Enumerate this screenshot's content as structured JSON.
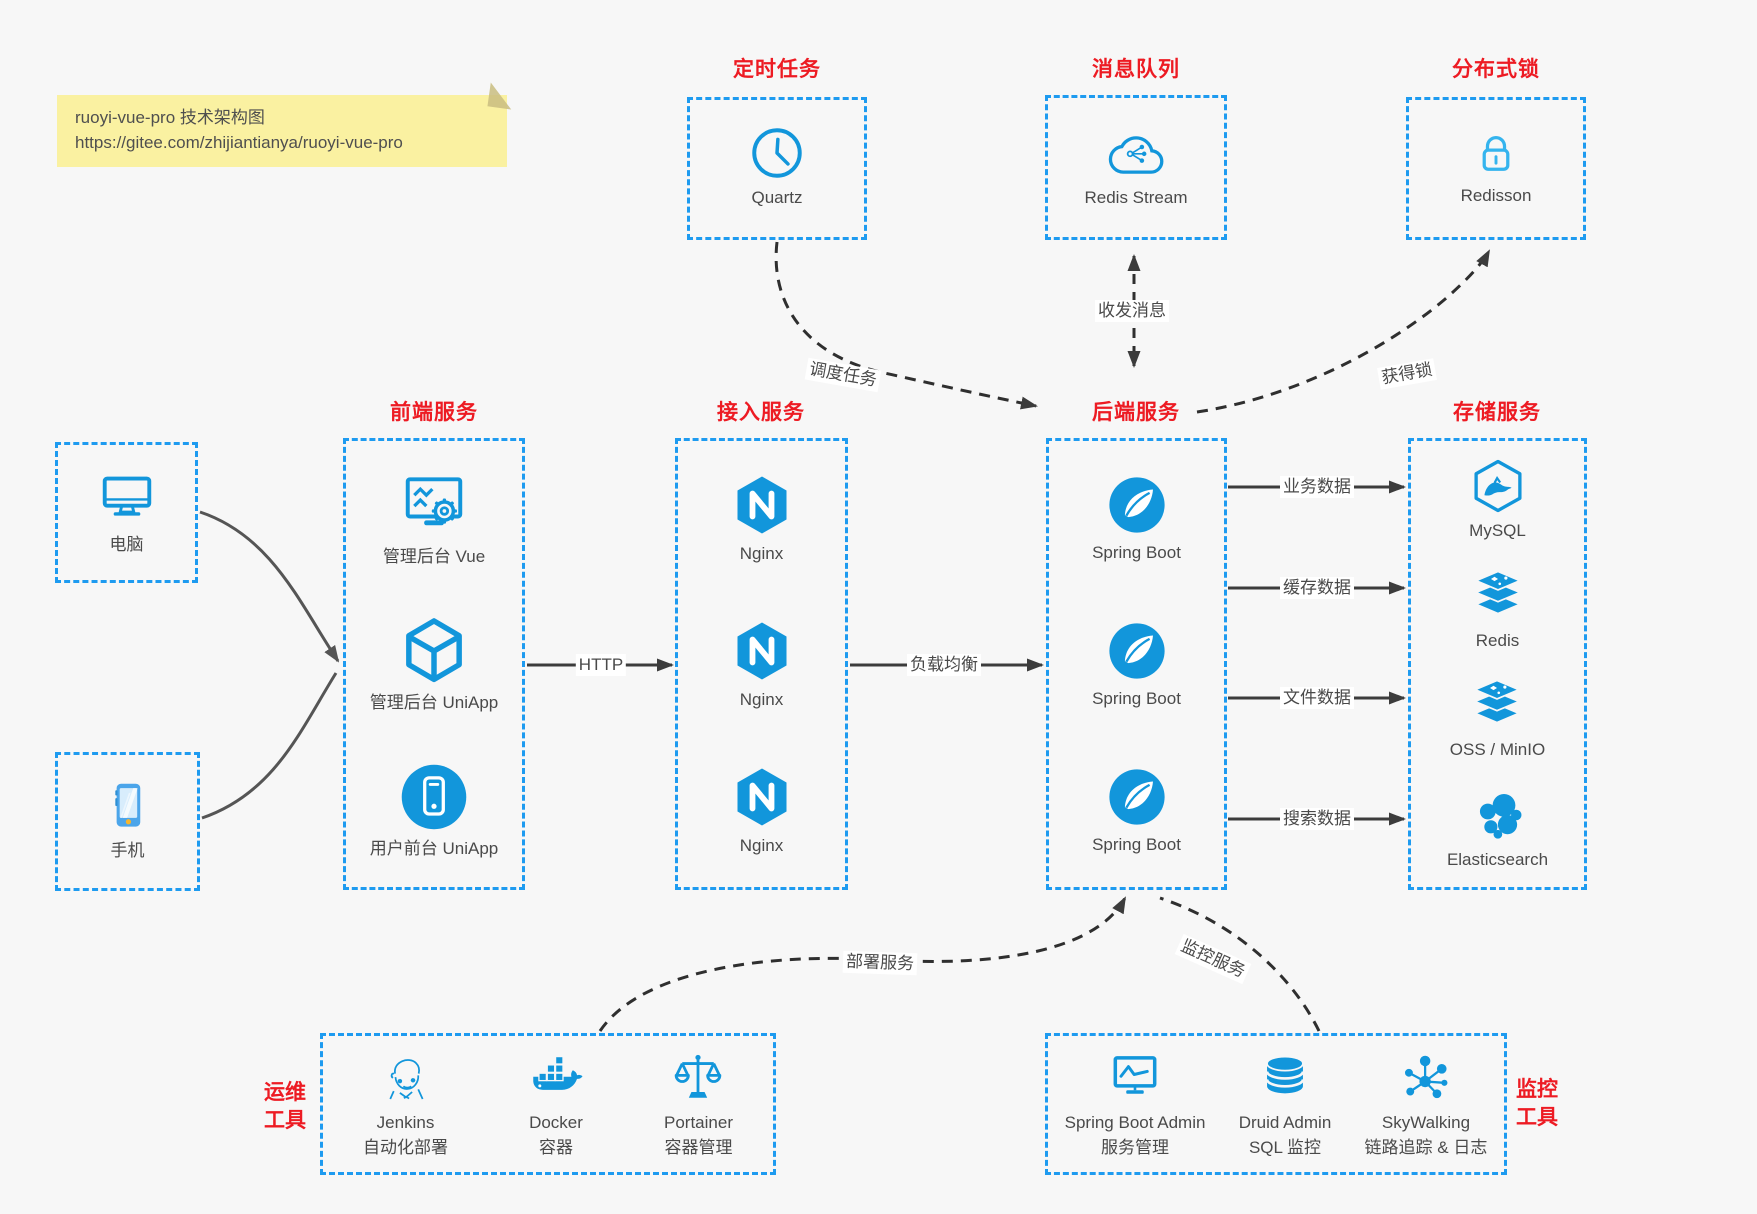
{
  "note": {
    "line1": "ruoyi-vue-pro 技术架构图",
    "line2": "https://gitee.com/zhijiantianya/ruoyi-vue-pro"
  },
  "palette": {
    "accent_blue": "#1296db",
    "border_blue": "#1e9bf0",
    "lock_blue": "#35b4ee",
    "title_red": "#ed1b23",
    "label_gray": "#4a4a4a",
    "arrow_dark": "#3c3c3c",
    "note_bg": "#faf1a1",
    "page_bg": "#f7f7f7"
  },
  "clients": [
    {
      "icon": "desktop-icon",
      "label": "电脑"
    },
    {
      "icon": "smartphone-icon",
      "label": "手机"
    }
  ],
  "groups": [
    {
      "id": "scheduler",
      "title": "定时任务",
      "items": [
        {
          "icon": "clock-icon",
          "label": "Quartz"
        }
      ]
    },
    {
      "id": "message-queue",
      "title": "消息队列",
      "items": [
        {
          "icon": "cloud-stream-icon",
          "label": "Redis Stream"
        }
      ]
    },
    {
      "id": "distributed-lock",
      "title": "分布式锁",
      "items": [
        {
          "icon": "lock-icon",
          "label": "Redisson"
        }
      ]
    },
    {
      "id": "frontend",
      "title": "前端服务",
      "items": [
        {
          "icon": "admin-vue-icon",
          "label": "管理后台 Vue"
        },
        {
          "icon": "uniapp-cube-icon",
          "label": "管理后台 UniApp"
        },
        {
          "icon": "user-app-icon",
          "label": "用户前台 UniApp"
        }
      ]
    },
    {
      "id": "gateway",
      "title": "接入服务",
      "items": [
        {
          "icon": "nginx-icon",
          "label": "Nginx"
        },
        {
          "icon": "nginx-icon",
          "label": "Nginx"
        },
        {
          "icon": "nginx-icon",
          "label": "Nginx"
        }
      ]
    },
    {
      "id": "backend",
      "title": "后端服务",
      "items": [
        {
          "icon": "spring-icon",
          "label": "Spring Boot"
        },
        {
          "icon": "spring-icon",
          "label": "Spring Boot"
        },
        {
          "icon": "spring-icon",
          "label": "Spring Boot"
        }
      ]
    },
    {
      "id": "storage",
      "title": "存储服务",
      "items": [
        {
          "icon": "mysql-icon",
          "label": "MySQL"
        },
        {
          "icon": "redis-icon",
          "label": "Redis"
        },
        {
          "icon": "oss-icon",
          "label": "OSS / MinIO"
        },
        {
          "icon": "elasticsearch-icon",
          "label": "Elasticsearch"
        }
      ]
    },
    {
      "id": "ops",
      "title": "运维工具",
      "title_lines": [
        "运维",
        "工具"
      ],
      "items": [
        {
          "icon": "jenkins-icon",
          "label": "Jenkins",
          "sublabel": "自动化部署"
        },
        {
          "icon": "docker-icon",
          "label": "Docker",
          "sublabel": "容器"
        },
        {
          "icon": "portainer-icon",
          "label": "Portainer",
          "sublabel": "容器管理"
        }
      ]
    },
    {
      "id": "monitoring",
      "title": "监控工具",
      "title_lines": [
        "监控",
        "工具"
      ],
      "items": [
        {
          "icon": "sba-icon",
          "label": "Spring Boot Admin",
          "sublabel": "服务管理"
        },
        {
          "icon": "druid-icon",
          "label": "Druid Admin",
          "sublabel": "SQL 监控"
        },
        {
          "icon": "skywalking-icon",
          "label": "SkyWalking",
          "sublabel": "链路追踪 & 日志"
        }
      ]
    }
  ],
  "edges": {
    "http": "HTTP",
    "load_balance": "负载均衡",
    "business_data": "业务数据",
    "cache_data": "缓存数据",
    "file_data": "文件数据",
    "search_data": "搜索数据",
    "schedule_task": "调度任务",
    "send_receive_message": "收发消息",
    "acquire_lock": "获得锁",
    "deploy_service": "部署服务",
    "monitor_service": "监控服务"
  }
}
